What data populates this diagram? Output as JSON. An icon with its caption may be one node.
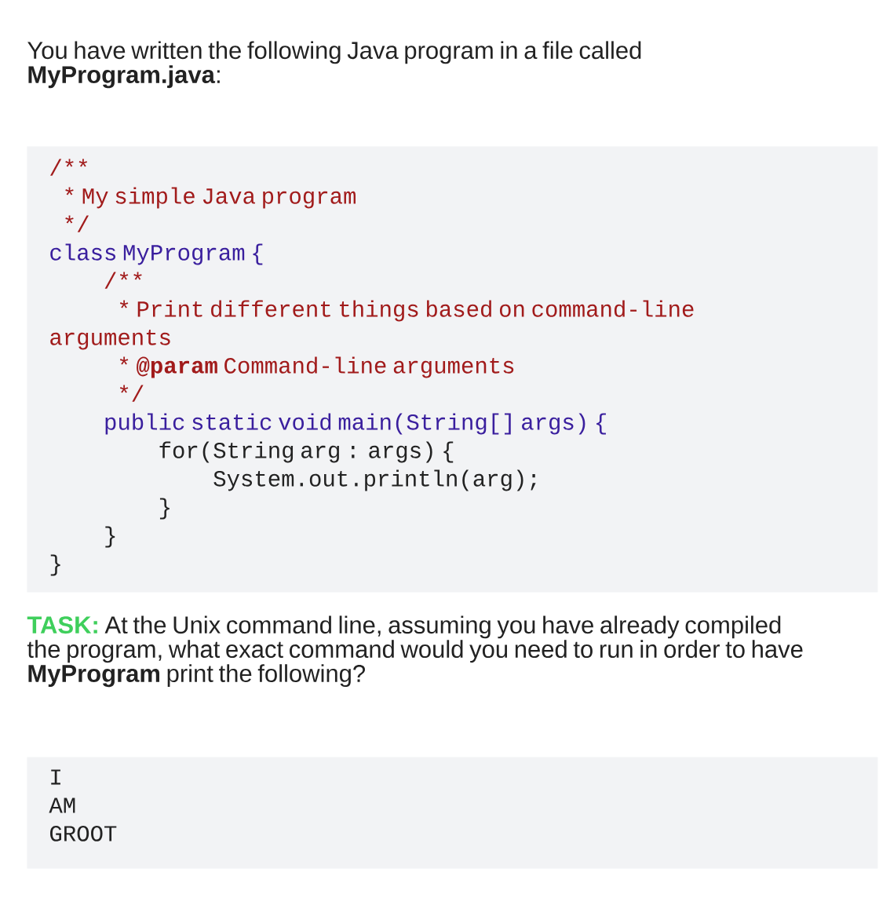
{
  "diagram": {
    "nodes": [
      {
        "text": [
          "/**",
          "* My simple Java program",
          "*/",
          "class MyProgram {",
          "/**",
          "* Print different things based on command-line",
          "arguments",
          "* **@param** Command-line arguments",
          "*/",
          "public static void main(String[] args) {",
          "for(String arg : args) {",
          "System.out.println(arg);",
          "}",
          "}",
          "}"
        ]
      },
      {
        "text": [
          "I",
          "AM",
          "GROOT"
        ]
      }
    ],
    "labels": [
      "You have written the following Java program in a file called **MyProgram.java**:",
      "TASK:",
      "At the Unix command line, assuming you have already compiled the program, what exact command would you need to run in order to have **MyProgram** print the following?"
    ]
  }
}
